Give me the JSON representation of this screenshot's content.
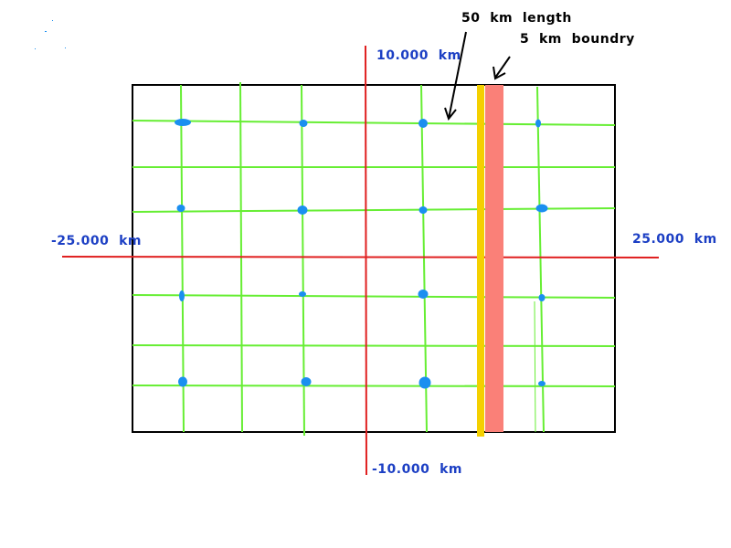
{
  "diagram": {
    "axis_labels": {
      "y_top": "10.000  km",
      "y_bottom": "-10.000  km",
      "x_left": "-25.000  km",
      "x_right": "25.000  km"
    },
    "annotations": {
      "length": "50  km  length",
      "boundary": "5  km  boundry"
    },
    "colors": {
      "frame": "#000000",
      "axis": "#e02020",
      "grid": "#66ee33",
      "station": "#1a8ff0",
      "length_strip": "#f4d000",
      "boundary_strip": "#fa8078",
      "label": "#1c3fc4"
    }
  }
}
